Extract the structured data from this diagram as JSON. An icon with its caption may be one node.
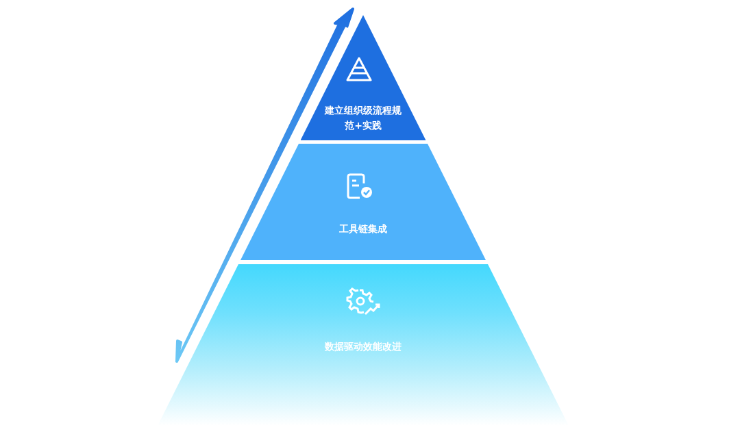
{
  "diagram": {
    "nodes": [
      {
        "text": [
          "建立组织级流程规范+实践"
        ]
      },
      {
        "text": [
          "工具链集成"
        ]
      },
      {
        "text": [
          "数据驱动效能改进"
        ]
      }
    ]
  }
}
